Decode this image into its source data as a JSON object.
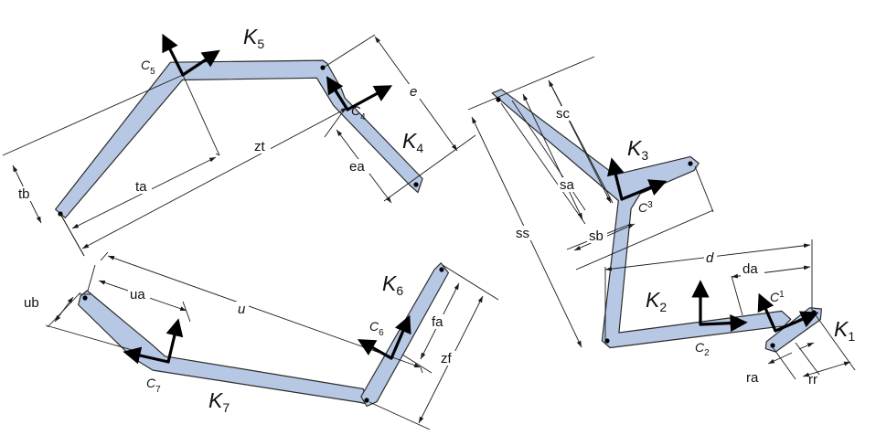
{
  "bodies": [
    {
      "letter": "K",
      "sub": "1"
    },
    {
      "letter": "K",
      "sub": "2"
    },
    {
      "letter": "K",
      "sub": "3"
    },
    {
      "letter": "K",
      "sub": "4"
    },
    {
      "letter": "K",
      "sub": "5"
    },
    {
      "letter": "K",
      "sub": "6"
    },
    {
      "letter": "K",
      "sub": "7"
    }
  ],
  "frames": [
    {
      "letter": "C",
      "sub": "1"
    },
    {
      "letter": "C",
      "sub": "2"
    },
    {
      "letter": "C",
      "sub": "3"
    },
    {
      "letter": "C",
      "sub": "4"
    },
    {
      "letter": "C",
      "sub": "5"
    },
    {
      "letter": "C",
      "sub": "6"
    },
    {
      "letter": "C",
      "sub": "7"
    }
  ],
  "dimensions": {
    "tb": "tb",
    "ta": "ta",
    "zt": "zt",
    "e": "e",
    "ea": "ea",
    "sc": "sc",
    "sa": "sa",
    "sb": "sb",
    "ss": "ss",
    "d": "d",
    "da": "da",
    "ra": "ra",
    "rr": "rr",
    "ub": "ub",
    "ua": "ua",
    "u": "u",
    "fa": "fa",
    "zf": "zf"
  }
}
